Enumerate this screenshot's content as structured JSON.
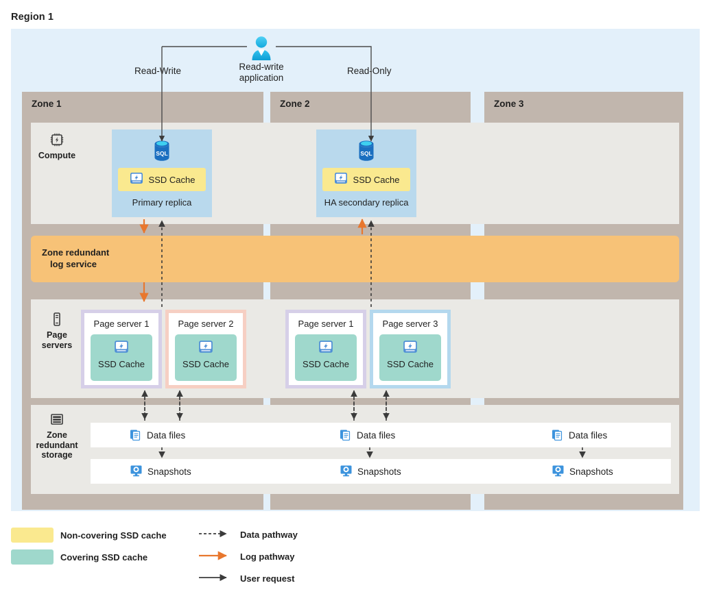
{
  "region": {
    "title": "Region 1"
  },
  "application": {
    "label": "Read-write\napplication",
    "label_line1": "Read-write",
    "label_line2": "application",
    "icon": "user-icon",
    "paths": [
      {
        "name": "read-write",
        "label": "Read-Write"
      },
      {
        "name": "read-only",
        "label": "Read-Only"
      }
    ]
  },
  "zones": [
    {
      "label": "Zone 1"
    },
    {
      "label": "Zone 2"
    },
    {
      "label": "Zone 3"
    }
  ],
  "rows": {
    "compute": {
      "label": "Compute",
      "icon": "cpu-chip-icon"
    },
    "page_servers": {
      "label_line1": "Page",
      "label_line2": "servers",
      "icon": "server-icon"
    },
    "storage": {
      "label_line1": "Zone",
      "label_line2": "redundant",
      "label_line3": "storage",
      "icon": "storage-stack-icon"
    }
  },
  "log_service": {
    "label_line1": "Zone redundant",
    "label_line2": "log service",
    "color": "#f7c277"
  },
  "replicas": [
    {
      "name": "Primary replica",
      "cache_label": "SSD Cache",
      "cache_type": "non-covering",
      "cache_color": "#fae98f",
      "icon": "sql-database-icon",
      "cache_icon": "ssd-disk-icon"
    },
    {
      "name": "HA secondary replica",
      "cache_label": "SSD Cache",
      "cache_type": "non-covering",
      "cache_color": "#fae98f",
      "icon": "sql-database-icon",
      "cache_icon": "ssd-disk-icon"
    }
  ],
  "page_servers": [
    {
      "name": "Page server 1",
      "cache_label": "SSD Cache",
      "border_color": "#d6cfe8",
      "zone": "Zone 1",
      "cache_icon": "ssd-disk-icon"
    },
    {
      "name": "Page server 2",
      "cache_label": "SSD Cache",
      "border_color": "#f6cfc3",
      "zone": "Zone 1",
      "cache_icon": "ssd-disk-icon"
    },
    {
      "name": "Page server 1",
      "cache_label": "SSD Cache",
      "border_color": "#d6cfe8",
      "zone": "Zone 2",
      "cache_icon": "ssd-disk-icon"
    },
    {
      "name": "Page server 3",
      "cache_label": "SSD Cache",
      "border_color": "#b4d8ee",
      "zone": "Zone 2",
      "cache_icon": "ssd-disk-icon"
    }
  ],
  "storage_rows": [
    {
      "label": "Data files",
      "icon": "data-files-icon",
      "instances": 3
    },
    {
      "label": "Snapshots",
      "icon": "snapshot-icon",
      "instances": 3
    }
  ],
  "storage_cells": {
    "data_files": [
      "Data files",
      "Data files",
      "Data files"
    ],
    "snapshots": [
      "Snapshots",
      "Snapshots",
      "Snapshots"
    ]
  },
  "legend": {
    "swatches": [
      {
        "label": "Non-covering SSD cache",
        "color": "#fae98f"
      },
      {
        "label": "Covering SSD cache",
        "color": "#9fd8cc"
      }
    ],
    "arrows": [
      {
        "label": "Data pathway",
        "style": "dashed",
        "color": "#3b3b3b"
      },
      {
        "label": "Log pathway",
        "style": "solid",
        "color": "#e8772e"
      },
      {
        "label": "User request",
        "style": "solid",
        "color": "#3b3b3b"
      }
    ]
  },
  "colors": {
    "region_bg": "#e3f0fa",
    "zone_bg": "#c1b6ad",
    "band_bg": "#eae9e5",
    "replica_bg": "#b9d9ed",
    "log_service": "#f7c277",
    "non_covering_cache": "#fae98f",
    "covering_cache": "#9fd8cc",
    "log_arrow": "#e8772e",
    "data_arrow": "#3b3b3b"
  }
}
